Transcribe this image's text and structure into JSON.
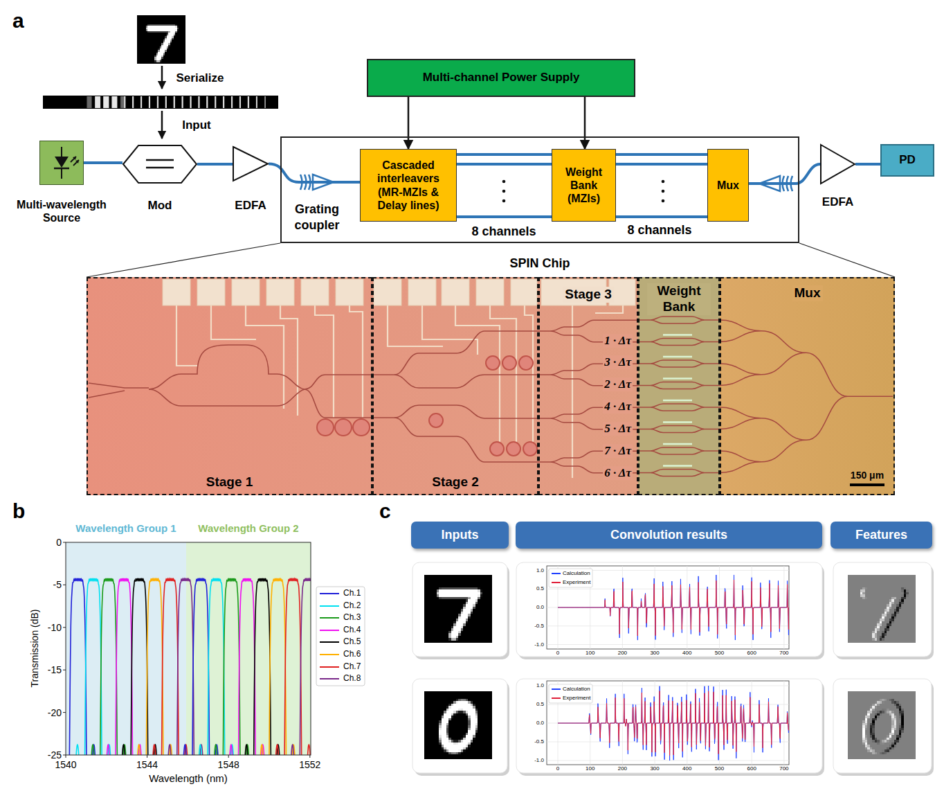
{
  "diagram": {
    "nodes": [
      {
        "text": [
          "Multi-wavelength Source"
        ]
      },
      {
        "text": [
          "Mod"
        ]
      },
      {
        "text": [
          "EDFA"
        ]
      },
      {
        "text": [
          "Multi-channel Power Supply"
        ]
      },
      {
        "text": [
          "SPIN Chip"
        ]
      },
      {
        "text": [
          "Cascaded interleavers (MR-MZIs & Delay lines)"
        ],
        "in": 4
      },
      {
        "text": [
          "Weight Bank (MZIs)"
        ],
        "in": 4
      },
      {
        "text": [
          "Mux"
        ],
        "in": 4
      },
      {
        "text": [
          "EDFA"
        ]
      },
      {
        "text": [
          "PD"
        ]
      },
      {
        "text": [
          "Stage 1"
        ]
      },
      {
        "text": [
          "Stage 2"
        ]
      },
      {
        "text": [
          "Stage 3"
        ]
      },
      {
        "text": [
          "Weight Bank"
        ]
      },
      {
        "text": [
          "Mux"
        ]
      },
      {
        "text": [
          "Wavelength Group 1"
        ]
      },
      {
        "text": [
          "Wavelength Group 2"
        ]
      },
      {
        "text": [
          "Inputs"
        ]
      },
      {
        "text": [
          "Convolution results"
        ]
      },
      {
        "text": [
          "Features"
        ]
      }
    ],
    "edges": [
      {
        "from": 0,
        "to": 1,
        "arrow": "none"
      },
      {
        "from": 1,
        "to": 2,
        "arrow": "none"
      },
      {
        "from": 2,
        "to": 5,
        "arrow": "none"
      },
      {
        "from": 3,
        "to": 5,
        "arrow": "to"
      },
      {
        "from": 3,
        "to": 6,
        "arrow": "to"
      },
      {
        "from": 5,
        "to": 6,
        "arrow": "none"
      },
      {
        "from": 6,
        "to": 7,
        "arrow": "none"
      },
      {
        "from": 7,
        "to": 8,
        "arrow": "none"
      },
      {
        "from": 8,
        "to": 9,
        "arrow": "none"
      }
    ],
    "labels": [
      "a",
      "Serialize",
      "Input",
      "Grating coupler",
      "8 channels",
      "8 channels",
      "1 · Δτ",
      "3 · Δτ",
      "2 · Δτ",
      "4 · Δτ",
      "5 · Δτ",
      "7 · Δτ",
      "6 · Δτ",
      "150 μm",
      "b",
      "0",
      "-5",
      "-10",
      "-15",
      "-20",
      "-25",
      "1540",
      "1544",
      "1548",
      "1552",
      "Transmission (dB)",
      "Wavelength (nm)",
      "c",
      "1.0",
      "0.5",
      "0.0",
      "-0.5",
      "-1.0",
      "0",
      "100",
      "200",
      "300",
      "400",
      "500",
      "600",
      "700",
      "1.0",
      "0.5",
      "0.0",
      "-0.5",
      "-1.0",
      "0",
      "100",
      "200",
      "300",
      "400",
      "500",
      "600",
      "700"
    ],
    "legend": [
      {
        "text": "Ch.1",
        "color": "#2020d8"
      },
      {
        "text": "Ch.2",
        "color": "#00e0f0"
      },
      {
        "text": "Ch.3",
        "color": "#1a9a1a"
      },
      {
        "text": "Ch.4",
        "color": "#f010f0"
      },
      {
        "text": "Ch.5",
        "color": "#000000"
      },
      {
        "text": "Ch.6",
        "color": "#ffb000"
      },
      {
        "text": "Ch.7",
        "color": "#e02020"
      },
      {
        "text": "Ch.8",
        "color": "#7a2a8a"
      },
      {
        "text": "Calculation",
        "color": "#2040ff"
      },
      {
        "text": "Experiment",
        "color": "#e0203a"
      },
      {
        "text": "Calculation",
        "color": "#2040ff"
      },
      {
        "text": "Experiment",
        "color": "#e0203a"
      }
    ]
  }
}
